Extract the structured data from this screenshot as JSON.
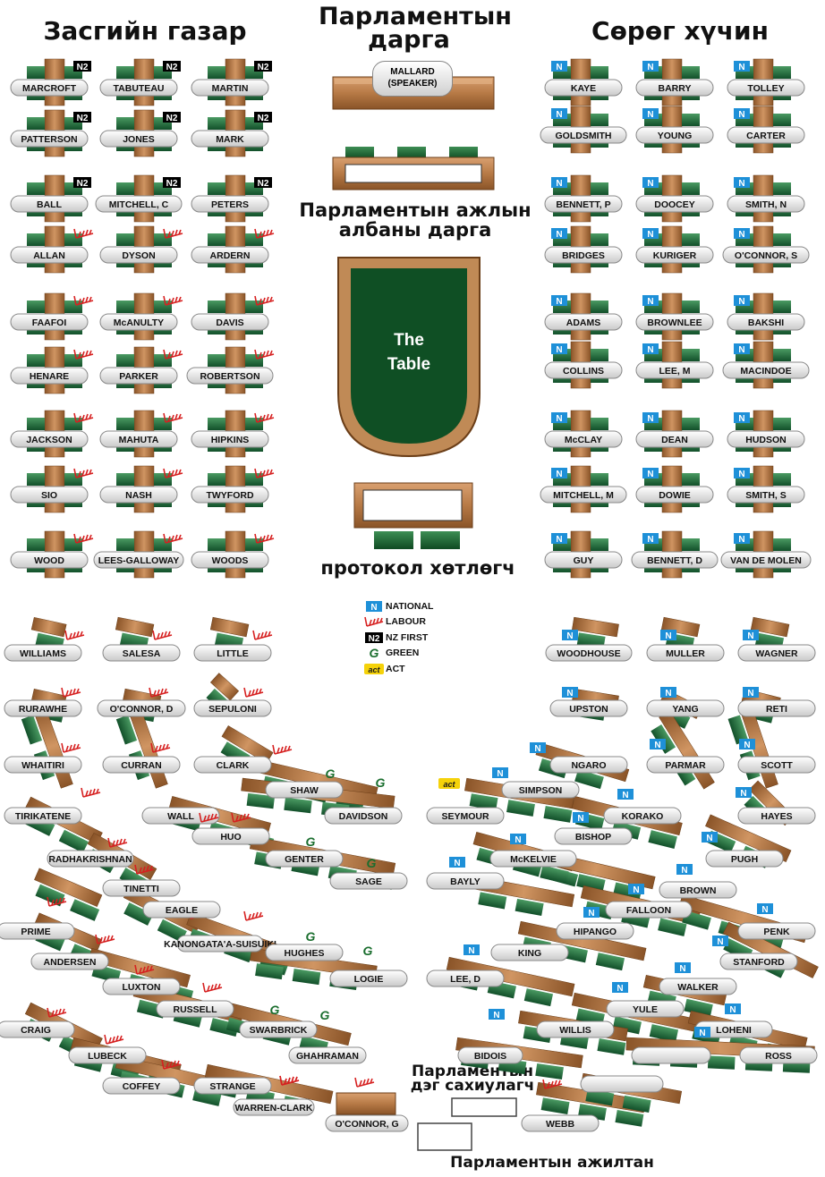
{
  "headers": {
    "government": "Засгийн газар",
    "speaker_title": [
      "Парламентын",
      "дарга"
    ],
    "opposition": "Сөрөг хүчин",
    "clerk": [
      "Парламентын ажлын",
      "албаны дарга"
    ],
    "serjeant": "протокол хөтлөгч",
    "sergeant_at_arms": [
      "Парламентын",
      "дэг сахиулагч"
    ],
    "staff": "Парламентын ажилтан"
  },
  "speaker": [
    "MALLARD",
    "(SPEAKER)"
  ],
  "table_label": [
    "The",
    "Table"
  ],
  "legend": [
    {
      "icon": "national-icon",
      "label": "NATIONAL"
    },
    {
      "icon": "labour-icon",
      "label": "LABOUR"
    },
    {
      "icon": "nzfirst-icon",
      "label": "NZ FIRST"
    },
    {
      "icon": "green-icon",
      "label": "GREEN"
    },
    {
      "icon": "act-icon",
      "label": "ACT"
    }
  ],
  "party_colors": {
    "national": "#1e90d8",
    "labour": "#d62020",
    "nzfirst": "#000000",
    "green": "#1a6e2e",
    "act": "#f5d20a"
  },
  "seats": [
    {
      "name": "MARCROFT",
      "party": "nzfirst"
    },
    {
      "name": "TABUTEAU",
      "party": "nzfirst"
    },
    {
      "name": "MARTIN",
      "party": "nzfirst"
    },
    {
      "name": "PATTERSON",
      "party": "nzfirst"
    },
    {
      "name": "JONES",
      "party": "nzfirst"
    },
    {
      "name": "MARK",
      "party": "nzfirst"
    },
    {
      "name": "BALL",
      "party": "nzfirst"
    },
    {
      "name": "MITCHELL, C",
      "party": "nzfirst"
    },
    {
      "name": "PETERS",
      "party": "nzfirst"
    },
    {
      "name": "ALLAN",
      "party": "labour"
    },
    {
      "name": "DYSON",
      "party": "labour"
    },
    {
      "name": "ARDERN",
      "party": "labour"
    },
    {
      "name": "FAAFOI",
      "party": "labour"
    },
    {
      "name": "McANULTY",
      "party": "labour"
    },
    {
      "name": "DAVIS",
      "party": "labour"
    },
    {
      "name": "HENARE",
      "party": "labour"
    },
    {
      "name": "PARKER",
      "party": "labour"
    },
    {
      "name": "ROBERTSON",
      "party": "labour"
    },
    {
      "name": "JACKSON",
      "party": "labour"
    },
    {
      "name": "MAHUTA",
      "party": "labour"
    },
    {
      "name": "HIPKINS",
      "party": "labour"
    },
    {
      "name": "SIO",
      "party": "labour"
    },
    {
      "name": "NASH",
      "party": "labour"
    },
    {
      "name": "TWYFORD",
      "party": "labour"
    },
    {
      "name": "WOOD",
      "party": "labour"
    },
    {
      "name": "LEES-GALLOWAY",
      "party": "labour"
    },
    {
      "name": "WOODS",
      "party": "labour"
    },
    {
      "name": "KAYE",
      "party": "national"
    },
    {
      "name": "BARRY",
      "party": "national"
    },
    {
      "name": "TOLLEY",
      "party": "national"
    },
    {
      "name": "GOLDSMITH",
      "party": "national"
    },
    {
      "name": "YOUNG",
      "party": "national"
    },
    {
      "name": "CARTER",
      "party": "national"
    },
    {
      "name": "BENNETT, P",
      "party": "national"
    },
    {
      "name": "DOOCEY",
      "party": "national"
    },
    {
      "name": "SMITH, N",
      "party": "national"
    },
    {
      "name": "BRIDGES",
      "party": "national"
    },
    {
      "name": "KURIGER",
      "party": "national"
    },
    {
      "name": "O'CONNOR, S",
      "party": "national"
    },
    {
      "name": "ADAMS",
      "party": "national"
    },
    {
      "name": "BROWNLEE",
      "party": "national"
    },
    {
      "name": "BAKSHI",
      "party": "national"
    },
    {
      "name": "COLLINS",
      "party": "national"
    },
    {
      "name": "LEE, M",
      "party": "national"
    },
    {
      "name": "MACINDOE",
      "party": "national"
    },
    {
      "name": "McCLAY",
      "party": "national"
    },
    {
      "name": "DEAN",
      "party": "national"
    },
    {
      "name": "HUDSON",
      "party": "national"
    },
    {
      "name": "MITCHELL, M",
      "party": "national"
    },
    {
      "name": "DOWIE",
      "party": "national"
    },
    {
      "name": "SMITH, S",
      "party": "national"
    },
    {
      "name": "GUY",
      "party": "national"
    },
    {
      "name": "BENNETT, D",
      "party": "national"
    },
    {
      "name": "VAN DE MOLEN",
      "party": "national"
    },
    {
      "name": "WILLIAMS",
      "party": "labour"
    },
    {
      "name": "SALESA",
      "party": "labour"
    },
    {
      "name": "LITTLE",
      "party": "labour"
    },
    {
      "name": "RURAWHE",
      "party": "labour"
    },
    {
      "name": "O'CONNOR, D",
      "party": "labour"
    },
    {
      "name": "SEPULONI",
      "party": "labour"
    },
    {
      "name": "WHAITIRI",
      "party": "labour"
    },
    {
      "name": "CURRAN",
      "party": "labour"
    },
    {
      "name": "CLARK",
      "party": "labour"
    },
    {
      "name": "SHAW",
      "party": "green"
    },
    {
      "name": "DAVIDSON",
      "party": "green"
    },
    {
      "name": "TIRIKATENE",
      "party": "labour"
    },
    {
      "name": "WALL",
      "party": "labour"
    },
    {
      "name": "HUO",
      "party": "labour"
    },
    {
      "name": "GENTER",
      "party": "green"
    },
    {
      "name": "SAGE",
      "party": "green"
    },
    {
      "name": "RADHAKRISHNAN",
      "party": "labour"
    },
    {
      "name": "TINETTI",
      "party": "labour"
    },
    {
      "name": "PRIME",
      "party": "labour"
    },
    {
      "name": "EAGLE",
      "party": "labour"
    },
    {
      "name": "KANONGATA'A-SUISUIKI",
      "party": "labour"
    },
    {
      "name": "HUGHES",
      "party": "green"
    },
    {
      "name": "ANDERSEN",
      "party": "labour"
    },
    {
      "name": "LOGIE",
      "party": "green"
    },
    {
      "name": "LUXTON",
      "party": "labour"
    },
    {
      "name": "RUSSELL",
      "party": "labour"
    },
    {
      "name": "CRAIG",
      "party": "labour"
    },
    {
      "name": "SWARBRICK",
      "party": "green"
    },
    {
      "name": "GHAHRAMAN",
      "party": "green"
    },
    {
      "name": "LUBECK",
      "party": "labour"
    },
    {
      "name": "COFFEY",
      "party": "labour"
    },
    {
      "name": "STRANGE",
      "party": "labour"
    },
    {
      "name": "WARREN-CLARK",
      "party": "labour"
    },
    {
      "name": "O'CONNOR, G",
      "party": "labour"
    },
    {
      "name": "WOODHOUSE",
      "party": "national"
    },
    {
      "name": "MULLER",
      "party": "national"
    },
    {
      "name": "WAGNER",
      "party": "national"
    },
    {
      "name": "UPSTON",
      "party": "national"
    },
    {
      "name": "YANG",
      "party": "national"
    },
    {
      "name": "RETI",
      "party": "national"
    },
    {
      "name": "NGARO",
      "party": "national"
    },
    {
      "name": "PARMAR",
      "party": "national"
    },
    {
      "name": "SCOTT",
      "party": "national"
    },
    {
      "name": "SIMPSON",
      "party": "national"
    },
    {
      "name": "SEYMOUR",
      "party": "act"
    },
    {
      "name": "KORAKO",
      "party": "national"
    },
    {
      "name": "HAYES",
      "party": "national"
    },
    {
      "name": "BISHOP",
      "party": "national"
    },
    {
      "name": "McKELVIE",
      "party": "national"
    },
    {
      "name": "PUGH",
      "party": "national"
    },
    {
      "name": "BAYLY",
      "party": "national"
    },
    {
      "name": "BROWN",
      "party": "national"
    },
    {
      "name": "FALLOON",
      "party": "national"
    },
    {
      "name": "HIPANGO",
      "party": "national"
    },
    {
      "name": "PENK",
      "party": "national"
    },
    {
      "name": "KING",
      "party": "national"
    },
    {
      "name": "STANFORD",
      "party": "national"
    },
    {
      "name": "LEE, D",
      "party": "national"
    },
    {
      "name": "WALKER",
      "party": "national"
    },
    {
      "name": "YULE",
      "party": "national"
    },
    {
      "name": "WILLIS",
      "party": "national"
    },
    {
      "name": "LOHENI",
      "party": "national"
    },
    {
      "name": "BIDOIS",
      "party": "national"
    },
    {
      "name": "ROSS",
      "party": "national"
    },
    {
      "name": "WEBB",
      "party": "labour"
    }
  ]
}
